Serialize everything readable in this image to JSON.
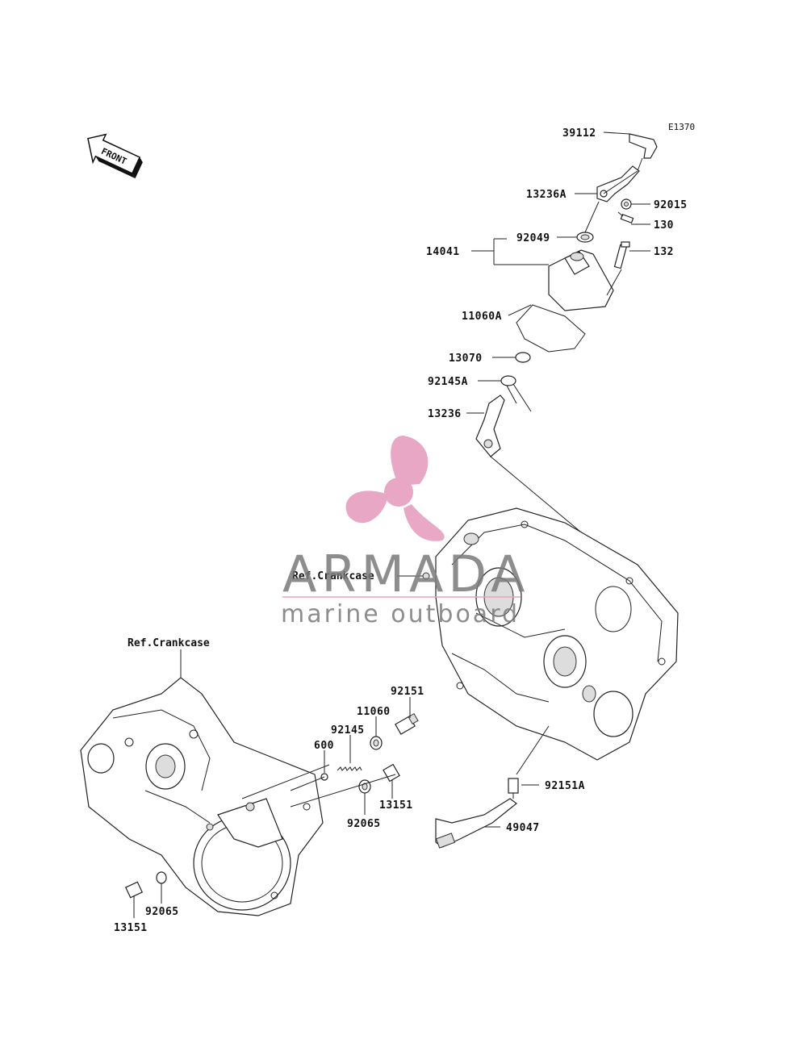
{
  "diagram_code": "E1370",
  "front_label": "FRONT",
  "watermark": {
    "brand": "ARMADA",
    "tagline": "marine outboard",
    "accent_color": "#e8a3c3",
    "text_color": "#7a7a7a"
  },
  "refs": {
    "upper": "Ref.Crankcase",
    "lower": "Ref.Crankcase"
  },
  "parts": {
    "p39112": "39112",
    "p13236A": "13236A",
    "p92015": "92015",
    "p130": "130",
    "p92049": "92049",
    "p14041": "14041",
    "p132": "132",
    "p11060A": "11060A",
    "p13070": "13070",
    "p92145A": "92145A",
    "p13236": "13236",
    "p92151": "92151",
    "p11060": "11060",
    "p92145": "92145",
    "p600": "600",
    "p13151a": "13151",
    "p92065a": "92065",
    "p92151A": "92151A",
    "p49047": "49047",
    "p92065b": "92065",
    "p13151b": "13151"
  }
}
